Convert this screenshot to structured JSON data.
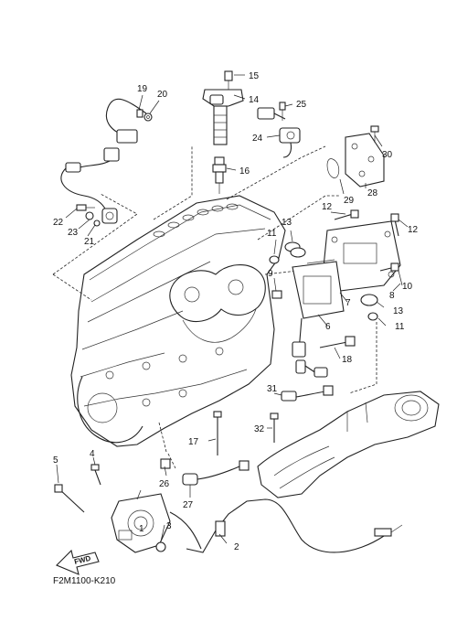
{
  "diagram": {
    "code": "F2M1100-K210",
    "fwd_label": "FWD",
    "callouts": [
      {
        "id": "c1",
        "text": "1"
      },
      {
        "id": "c2",
        "text": "2"
      },
      {
        "id": "c3",
        "text": "3"
      },
      {
        "id": "c4",
        "text": "4"
      },
      {
        "id": "c5",
        "text": "5"
      },
      {
        "id": "c6",
        "text": "6"
      },
      {
        "id": "c7",
        "text": "7"
      },
      {
        "id": "c8",
        "text": "8"
      },
      {
        "id": "c9",
        "text": "9"
      },
      {
        "id": "c10",
        "text": "10"
      },
      {
        "id": "c11a",
        "text": "11"
      },
      {
        "id": "c11b",
        "text": "11"
      },
      {
        "id": "c12a",
        "text": "12"
      },
      {
        "id": "c12b",
        "text": "12"
      },
      {
        "id": "c13a",
        "text": "13"
      },
      {
        "id": "c13b",
        "text": "13"
      },
      {
        "id": "c14",
        "text": "14"
      },
      {
        "id": "c15",
        "text": "15"
      },
      {
        "id": "c16",
        "text": "16"
      },
      {
        "id": "c17",
        "text": "17"
      },
      {
        "id": "c18",
        "text": "18"
      },
      {
        "id": "c19",
        "text": "19"
      },
      {
        "id": "c20",
        "text": "20"
      },
      {
        "id": "c21",
        "text": "21"
      },
      {
        "id": "c22",
        "text": "22"
      },
      {
        "id": "c23",
        "text": "23"
      },
      {
        "id": "c24",
        "text": "24"
      },
      {
        "id": "c25",
        "text": "25"
      },
      {
        "id": "c26",
        "text": "26"
      },
      {
        "id": "c27",
        "text": "27"
      },
      {
        "id": "c28",
        "text": "28"
      },
      {
        "id": "c29",
        "text": "29"
      },
      {
        "id": "c30",
        "text": "30"
      },
      {
        "id": "c31",
        "text": "31"
      },
      {
        "id": "c32",
        "text": "32"
      }
    ]
  }
}
